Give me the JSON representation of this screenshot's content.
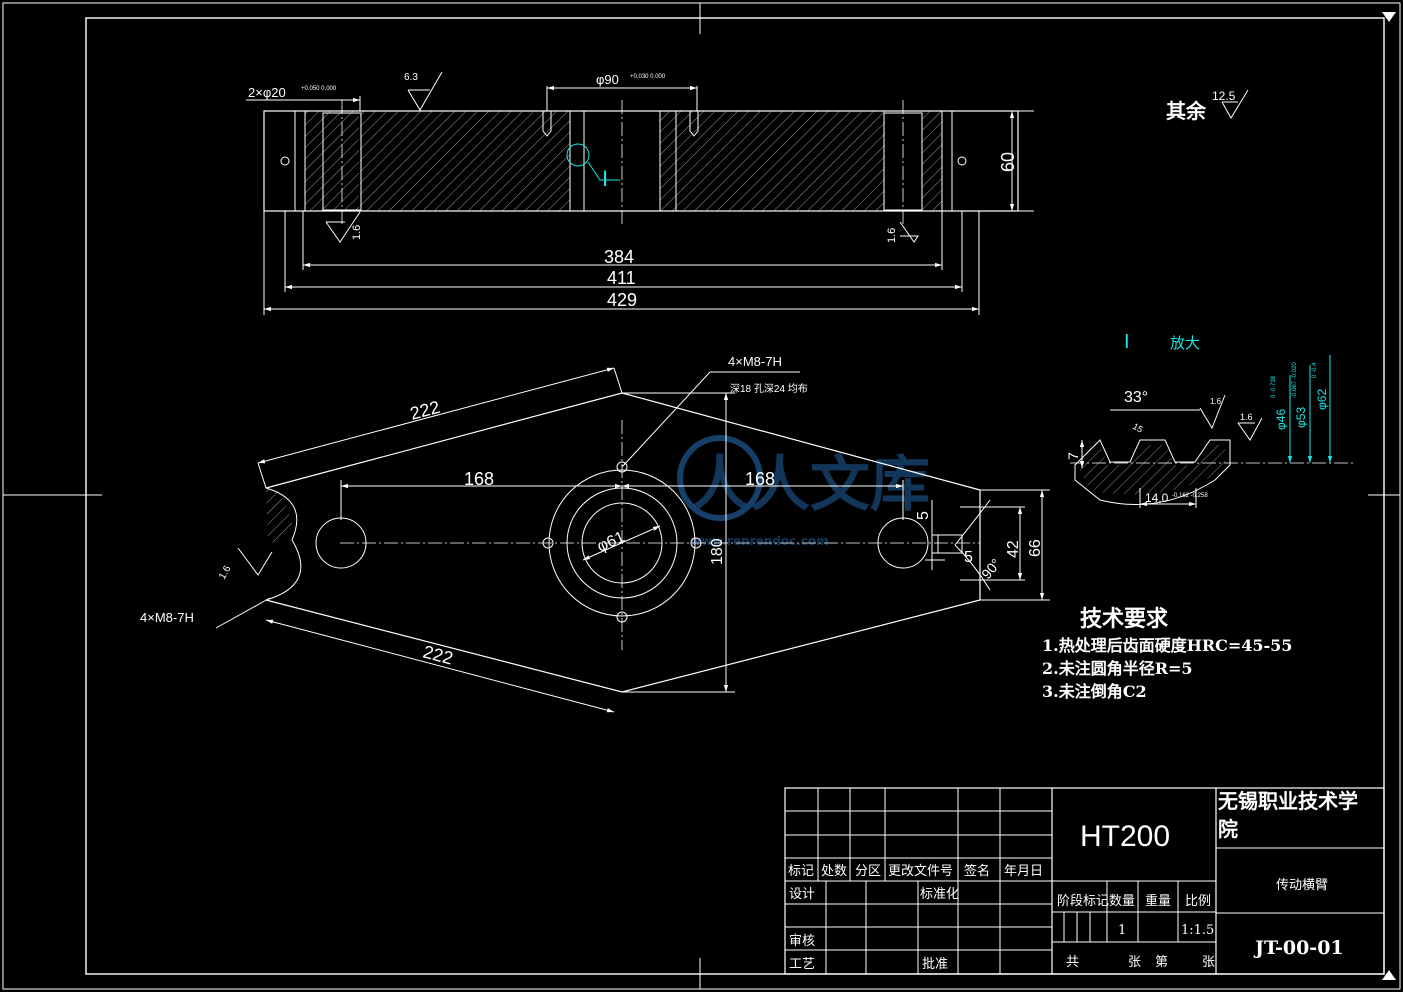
{
  "dims": {
    "top_left": "2×φ20",
    "top_left_tol": "+0.050 0.000",
    "top_bore": "φ90",
    "top_bore_tol": "+0.030 0.000",
    "rough_63": "6.3",
    "height_60": "60",
    "rough_16a": "1.6",
    "rough_16b": "1.6",
    "d384": "384",
    "d411": "411",
    "d429": "429",
    "detail_mark": "I",
    "other_rough": "其余",
    "other_rough_val": "12.5"
  },
  "plan": {
    "thread_top": "4×M8-7H",
    "thread_top_note": "深18 孔深24 均布",
    "d222_top": "222",
    "d222_bot": "222",
    "d168_l": "168",
    "d168_r": "168",
    "d180": "180",
    "phi61": "φ61",
    "d5a": "5",
    "d5b": "5",
    "d42": "42",
    "d66": "66",
    "d90deg": "90°",
    "rough_16": "1.6",
    "thread_left": "4×M8-7H"
  },
  "detail": {
    "title_mark": "I",
    "title_text": "放大",
    "angle33": "33°",
    "rough_16c": "1.6",
    "rough_16d": "1.6",
    "phi46": "φ46",
    "phi46_tol": "0 -0.738",
    "phi53": "φ53",
    "phi53_tol": "-0.067 -0.020",
    "phi62": "φ62",
    "phi62_tol": "0 -0.4",
    "seven": "7",
    "width14": "14.0",
    "width14_tol": "-0.162 -0.258",
    "fifteen": "15"
  },
  "tech": {
    "title": "技术要求",
    "items": [
      "1.热处理后齿面硬度HRC=45-55",
      "2.未注圆角半径R=5",
      "3.未注倒角C2"
    ]
  },
  "watermark": {
    "text": "人人文库",
    "url": "www.renrendoc.com"
  },
  "titleblock": {
    "material": "HT200",
    "school": "无锡职业技术学院",
    "part_name": "传动横臂",
    "drawing_no": "JT-00-01",
    "h_mark": "标记",
    "h_count": "处数",
    "h_zone": "分区",
    "h_doc": "更改文件号",
    "h_sign": "签名",
    "h_date": "年月日",
    "design": "设计",
    "standard": "标准化",
    "check": "审核",
    "process": "工艺",
    "approve": "批准",
    "stage": "阶段标记",
    "qty": "数量",
    "weight": "重量",
    "scale": "比例",
    "qty_val": "1",
    "scale_val": "1:1.5",
    "total": "共",
    "sheets": "张",
    "no": "第",
    "sheet": "张"
  }
}
